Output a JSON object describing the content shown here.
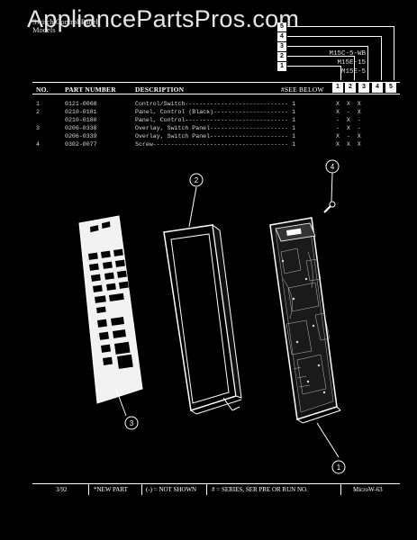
{
  "watermark": "AppliancePartsPros.com",
  "header": {
    "line1": "Switch Control Panel",
    "line2": "Models"
  },
  "models": [
    "M15C-5-WB",
    "M15E-15",
    "M15E-5"
  ],
  "model_boxes": [
    "5",
    "4",
    "3",
    "2",
    "1"
  ],
  "columns": {
    "no": "NO.",
    "part": "PART NUMBER",
    "desc": "DESCRIPTION",
    "see": "#SEE BELOW",
    "nums": [
      "1",
      "2",
      "3",
      "4",
      "5"
    ]
  },
  "rows": [
    {
      "no": "1",
      "part": "0121-0068",
      "desc": "Control/Switch----------------------------- 1",
      "marks": "X  X  X"
    },
    {
      "no": "2",
      "part": "0210-0181",
      "desc": "Panel, Control (Black)--------------------- 1",
      "marks": "X  -  X"
    },
    {
      "no": "",
      "part": "0210-0180",
      "desc": "Panel, Control----------------------------- 1",
      "marks": "-  X  -"
    },
    {
      "no": "3",
      "part": "0206-0338",
      "desc": "Overlay, Switch Panel---------------------- 1",
      "marks": "-  X  -"
    },
    {
      "no": "",
      "part": "0206-0339",
      "desc": "Overlay, Switch Panel---------------------- 1",
      "marks": "X  -  X"
    },
    {
      "no": "4",
      "part": "0302-0077",
      "desc": "Screw-------------------------------------- 1",
      "marks": "X  X  X"
    }
  ],
  "callouts": [
    "1",
    "2",
    "3",
    "4"
  ],
  "footer": {
    "date": "3/92",
    "new_part": "*NEW PART",
    "not_shown": "(-) = NOT SHOWN",
    "series": "# = SERIES, SER PRE OR RUN NO.",
    "code": "MicroW-63"
  }
}
